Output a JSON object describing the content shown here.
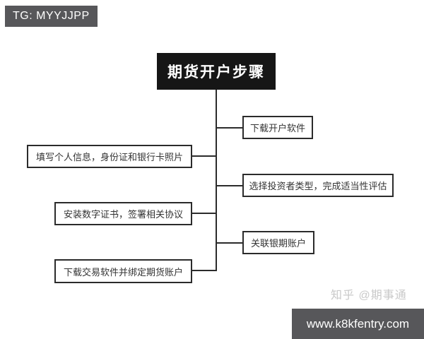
{
  "header": {
    "telegram_badge": "TG: MYYJJPP"
  },
  "flowchart": {
    "title": "期货开户步骤",
    "steps": [
      {
        "label": "下载开户软件",
        "side": "right"
      },
      {
        "label": "填写个人信息，身份证和银行卡照片",
        "side": "left"
      },
      {
        "label": "选择投资者类型，完成适当性评估",
        "side": "right"
      },
      {
        "label": "安装数字证书，签署相关协议",
        "side": "left"
      },
      {
        "label": "关联银期账户",
        "side": "right"
      },
      {
        "label": "下载交易软件并绑定期货账户",
        "side": "left"
      }
    ]
  },
  "watermark": {
    "label": "知乎 @期事通"
  },
  "footer": {
    "website": "www.k8kfentry.com"
  },
  "colors": {
    "banner_bg": "#57575a",
    "title_bg": "#161616",
    "line": "#2b2b2b",
    "node_border": "#2b2b2b",
    "watermark": "#c9c9c9"
  }
}
